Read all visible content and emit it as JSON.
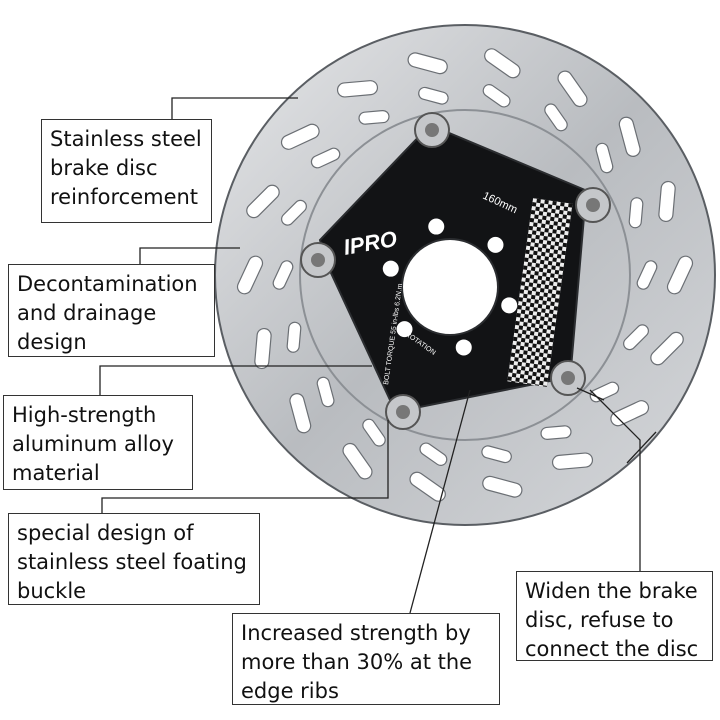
{
  "disc": {
    "brand": "IPRO",
    "size_label": "160mm",
    "torque_text": "BOLT TORQUE 55 in-lbs 6.2N.m",
    "rotation_text": "ROTATION",
    "colors": {
      "steel": "#c9cbce",
      "spider": "#111214",
      "outline": "#4a4d52"
    }
  },
  "callouts": [
    {
      "text": "Stainless steel\nbrake disc\nreinforcement"
    },
    {
      "text": "Decontamination\nand drainage\ndesign"
    },
    {
      "text": "High-strength\naluminum alloy\nmaterial"
    },
    {
      "text": "special design of\nstainless steel foating\nbuckle"
    },
    {
      "text": "Increased strength by\nmore than 30% at the\nedge ribs"
    },
    {
      "text": "Widen the brake\ndisc, refuse to\nconnect the disc"
    }
  ]
}
